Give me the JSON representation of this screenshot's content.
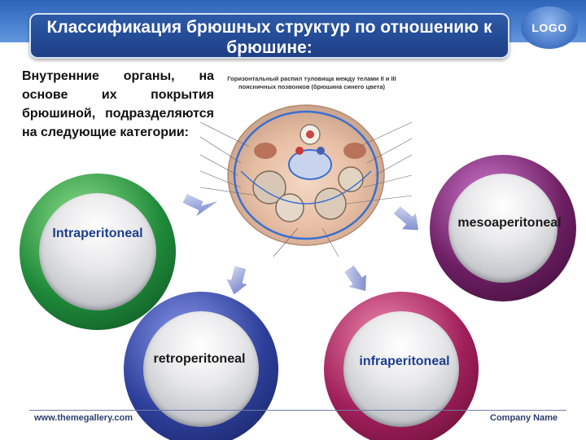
{
  "title": "Классификация брюшных структур по отношению к брюшине:",
  "logo": "LOGO",
  "intro": "Внутренние органы, на основе их покрытия брюшиной, подразделяются на следующие категории:",
  "figure": {
    "caption": "Горизонтальный распил туловища между телами II и III поясничных позвонков (брюшина синего цвета)"
  },
  "categories": [
    {
      "label": "Intraperitoneal",
      "color": "#1f8a3a"
    },
    {
      "label": "retroperitoneal",
      "color": "#2d3f9a"
    },
    {
      "label": "infraperitoneal",
      "color": "#a01f5a"
    },
    {
      "label": "mesoaperitoneal",
      "color": "#6d1f63"
    }
  ],
  "footer": {
    "url": "www.themegallery.com",
    "company": "Company Name"
  }
}
